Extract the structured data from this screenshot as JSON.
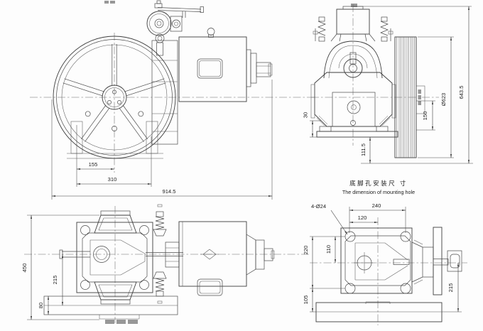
{
  "drawing": {
    "front_view": {
      "dim_155": "155",
      "dim_310": "310",
      "dim_overall_length": "914.5"
    },
    "side_view": {
      "dim_30": "30",
      "dim_111_5": "111.5",
      "dim_150": "150",
      "dim_sheave_diameter": "Ø623",
      "dim_overall_height": "643.5"
    },
    "plan_view": {
      "dim_overall_width": "450",
      "dim_215": "215",
      "dim_80": "80"
    },
    "mounting_view": {
      "title_cn": "底脚孔安装尺 寸",
      "title_en": "The dimension of mounting hole",
      "dim_holes": "4-Ø24",
      "dim_240": "240",
      "dim_120": "120",
      "dim_110": "110",
      "dim_220": "220",
      "dim_105": "105",
      "dim_215": "215"
    }
  },
  "colors": {
    "background": "#fdfdfd",
    "line": "#3d3d3d",
    "text": "#1e1e1e"
  }
}
